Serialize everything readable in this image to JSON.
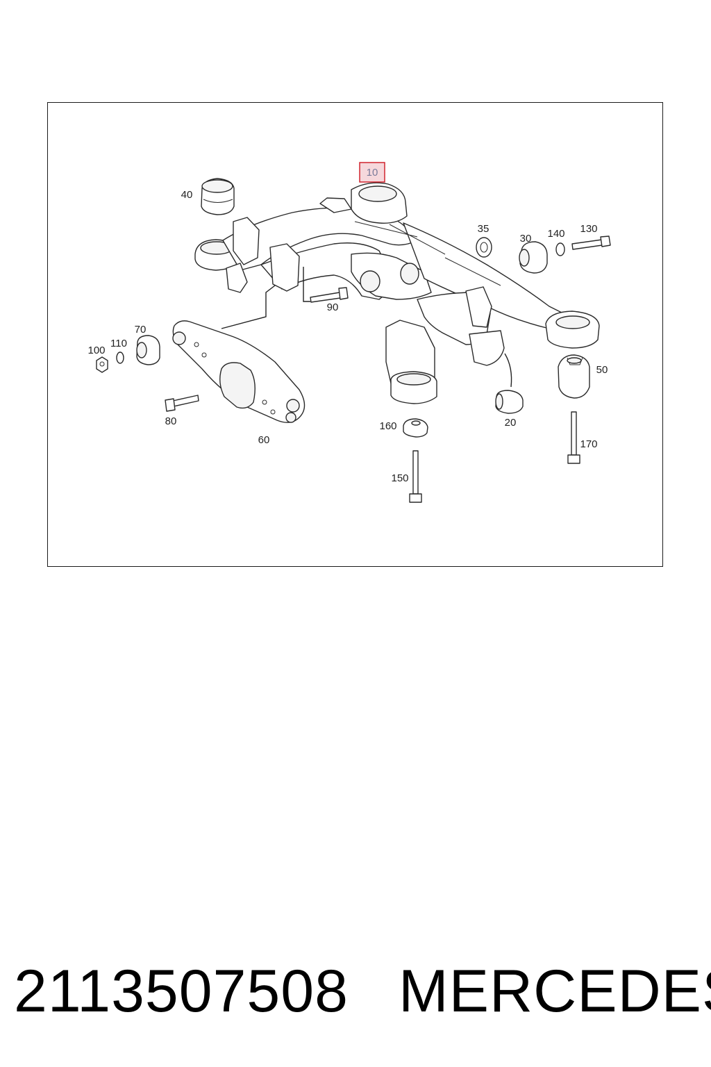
{
  "diagram": {
    "highlighted_callout": "10",
    "callouts": {
      "c10": "10",
      "c20": "20",
      "c30": "30",
      "c35": "35",
      "c40": "40",
      "c50": "50",
      "c60": "60",
      "c70": "70",
      "c80": "80",
      "c90": "90",
      "c100": "100",
      "c110": "110",
      "c130": "130",
      "c140": "140",
      "c150": "150",
      "c160": "160",
      "c170": "170"
    },
    "colors": {
      "highlight_border": "#d1242f",
      "highlight_fill": "#f6d8dc",
      "line": "#2a2a2a"
    }
  },
  "footer": {
    "part_number": "2113507508",
    "brand": "MERCEDES"
  }
}
